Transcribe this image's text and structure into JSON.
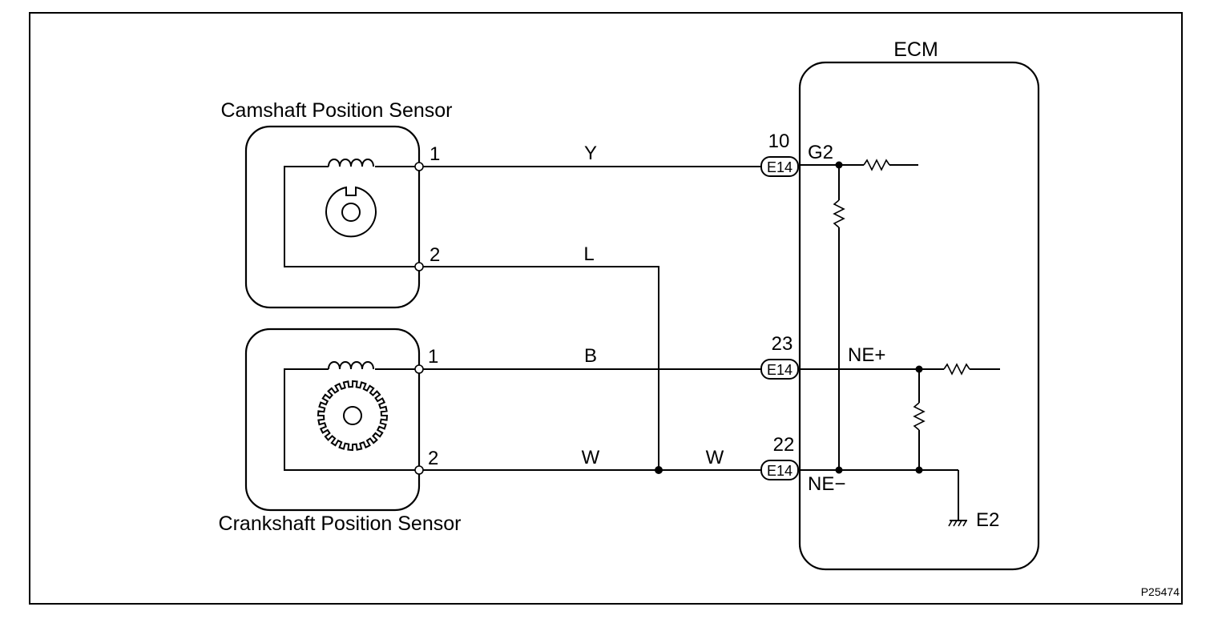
{
  "title": "Camshaft Position Sensor / Crankshaft Position Sensor circuit",
  "ecm": {
    "label": "ECM"
  },
  "cam_sensor": {
    "label": "Camshaft Position Sensor",
    "pin1": "1",
    "pin2": "2"
  },
  "crank_sensor": {
    "label": "Crankshaft Position Sensor",
    "pin1": "1",
    "pin2": "2"
  },
  "wires": {
    "cam_pin1": "Y",
    "cam_pin2": "L",
    "crank_pin1": "B",
    "crank_pin2": "W",
    "junction_to_ecm": "W"
  },
  "connectors": {
    "g2": {
      "connector": "E14",
      "pin": "10",
      "terminal": "G2"
    },
    "ne_plus": {
      "connector": "E14",
      "pin": "23",
      "terminal": "NE+"
    },
    "ne_minus": {
      "connector": "E14",
      "pin": "22",
      "terminal": "NE−"
    }
  },
  "ground": {
    "terminal": "E2"
  },
  "figure_ref": "P25474"
}
